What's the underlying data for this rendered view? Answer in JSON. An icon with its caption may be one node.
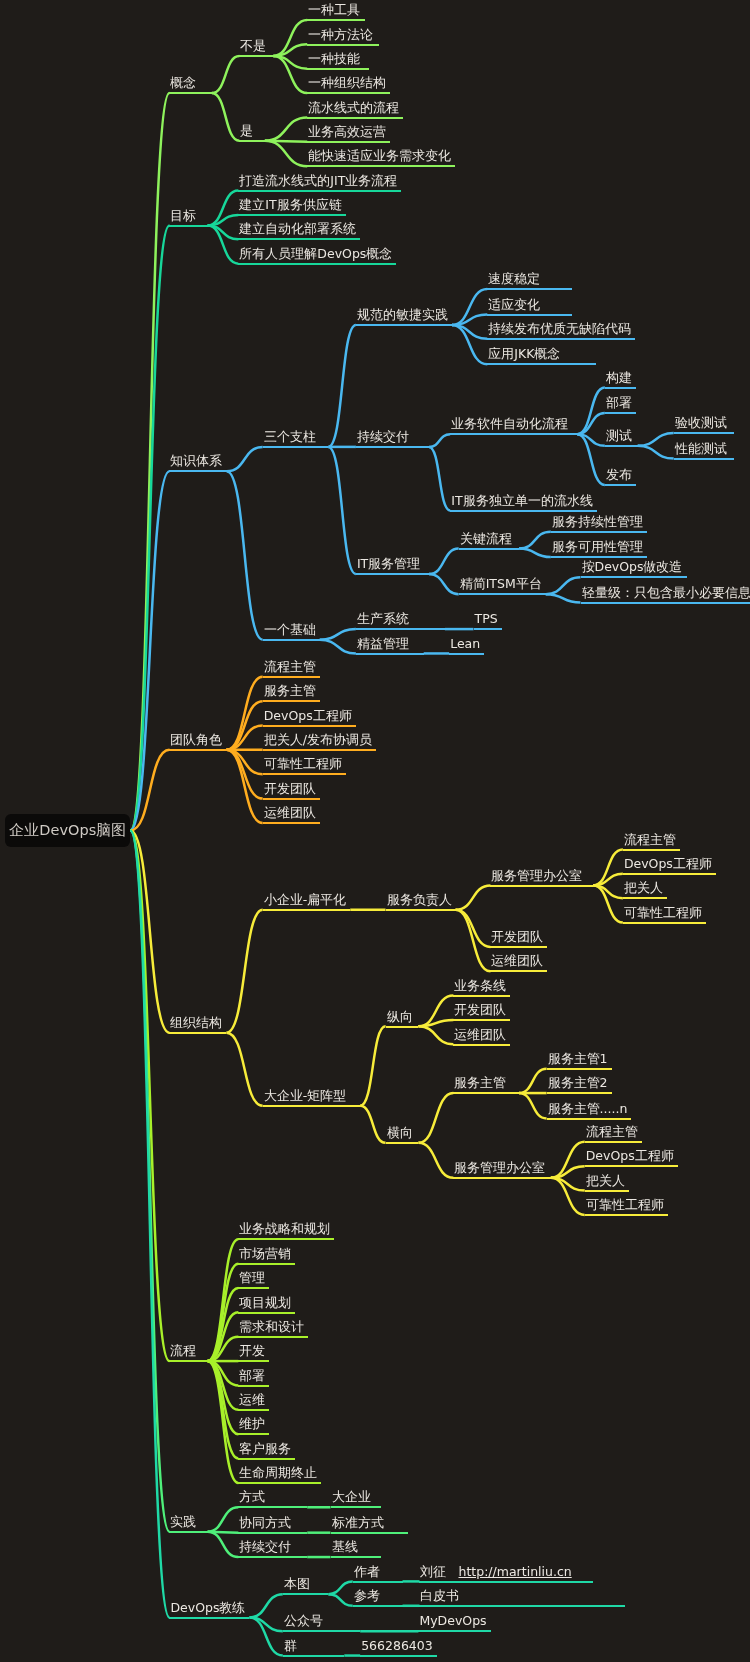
{
  "diagram": {
    "nodes": [
      {
        "text": [
          "企业DevOps脑图"
        ]
      },
      {
        "text": [
          "概念"
        ]
      },
      {
        "text": [
          "不是"
        ]
      },
      {
        "text": [
          "一种工具"
        ]
      },
      {
        "text": [
          "一种方法论"
        ]
      },
      {
        "text": [
          "一种技能"
        ]
      },
      {
        "text": [
          "一种组织结构"
        ]
      },
      {
        "text": [
          "是"
        ]
      },
      {
        "text": [
          "流水线式的流程"
        ]
      },
      {
        "text": [
          "业务高效运营"
        ]
      },
      {
        "text": [
          "能快速适应业务需求变化"
        ]
      },
      {
        "text": [
          "目标"
        ]
      },
      {
        "text": [
          "打造流水线式的JIT业务流程"
        ]
      },
      {
        "text": [
          "建立IT服务供应链"
        ]
      },
      {
        "text": [
          "建立自动化部署系统"
        ]
      },
      {
        "text": [
          "所有人员理解DevOps概念"
        ]
      },
      {
        "text": [
          "知识体系"
        ]
      },
      {
        "text": [
          "三个支柱"
        ]
      },
      {
        "text": [
          "规范的敏捷实践"
        ]
      },
      {
        "text": [
          "速度稳定"
        ]
      },
      {
        "text": [
          "适应变化"
        ]
      },
      {
        "text": [
          "持续发布优质无缺陷代码"
        ]
      },
      {
        "text": [
          "应用JKK概念"
        ]
      },
      {
        "text": [
          "持续交付"
        ]
      },
      {
        "text": [
          "业务软件自动化流程"
        ]
      },
      {
        "text": [
          "构建"
        ]
      },
      {
        "text": [
          "部署"
        ]
      },
      {
        "text": [
          "测试"
        ]
      },
      {
        "text": [
          "验收测试"
        ]
      },
      {
        "text": [
          "性能测试"
        ]
      },
      {
        "text": [
          "发布"
        ]
      },
      {
        "text": [
          "IT服务独立单一的流水线"
        ]
      },
      {
        "text": [
          "IT服务管理"
        ]
      },
      {
        "text": [
          "关键流程"
        ]
      },
      {
        "text": [
          "服务持续性管理"
        ]
      },
      {
        "text": [
          "服务可用性管理"
        ]
      },
      {
        "text": [
          "精简ITSM平台"
        ]
      },
      {
        "text": [
          "按DevOps做改造"
        ]
      },
      {
        "text": [
          "轻量级：只包含最小必要信息"
        ]
      },
      {
        "text": [
          "一个基础"
        ]
      },
      {
        "text": [
          "生产系统"
        ]
      },
      {
        "text": [
          "TPS"
        ]
      },
      {
        "text": [
          "精益管理"
        ]
      },
      {
        "text": [
          "Lean"
        ]
      },
      {
        "text": [
          "团队角色"
        ]
      },
      {
        "text": [
          "流程主管"
        ]
      },
      {
        "text": [
          "服务主管"
        ]
      },
      {
        "text": [
          "DevOps工程师"
        ]
      },
      {
        "text": [
          "把关人/发布协调员"
        ]
      },
      {
        "text": [
          "可靠性工程师"
        ]
      },
      {
        "text": [
          "开发团队"
        ]
      },
      {
        "text": [
          "运维团队"
        ]
      },
      {
        "text": [
          "组织结构"
        ]
      },
      {
        "text": [
          "小企业-扁平化"
        ]
      },
      {
        "text": [
          "服务负责人"
        ]
      },
      {
        "text": [
          "服务管理办公室"
        ]
      },
      {
        "text": [
          "流程主管"
        ]
      },
      {
        "text": [
          "DevOps工程师"
        ]
      },
      {
        "text": [
          "把关人"
        ]
      },
      {
        "text": [
          "可靠性工程师"
        ]
      },
      {
        "text": [
          "开发团队"
        ]
      },
      {
        "text": [
          "运维团队"
        ]
      },
      {
        "text": [
          "大企业-矩阵型"
        ]
      },
      {
        "text": [
          "纵向"
        ]
      },
      {
        "text": [
          "业务条线"
        ]
      },
      {
        "text": [
          "开发团队"
        ]
      },
      {
        "text": [
          "运维团队"
        ]
      },
      {
        "text": [
          "横向"
        ]
      },
      {
        "text": [
          "服务主管"
        ]
      },
      {
        "text": [
          "服务主管1"
        ]
      },
      {
        "text": [
          "服务主管2"
        ]
      },
      {
        "text": [
          "服务主管.....n"
        ]
      },
      {
        "text": [
          "服务管理办公室"
        ]
      },
      {
        "text": [
          "流程主管"
        ]
      },
      {
        "text": [
          "DevOps工程师"
        ]
      },
      {
        "text": [
          "把关人"
        ]
      },
      {
        "text": [
          "可靠性工程师"
        ]
      },
      {
        "text": [
          "流程"
        ]
      },
      {
        "text": [
          "业务战略和规划"
        ]
      },
      {
        "text": [
          "市场营销"
        ]
      },
      {
        "text": [
          "管理"
        ]
      },
      {
        "text": [
          "项目规划"
        ]
      },
      {
        "text": [
          "需求和设计"
        ]
      },
      {
        "text": [
          "开发"
        ]
      },
      {
        "text": [
          "部署"
        ]
      },
      {
        "text": [
          "运维"
        ]
      },
      {
        "text": [
          "维护"
        ]
      },
      {
        "text": [
          "客户服务"
        ]
      },
      {
        "text": [
          "生命周期终止"
        ]
      },
      {
        "text": [
          "实践"
        ]
      },
      {
        "text": [
          "方式"
        ]
      },
      {
        "text": [
          "大企业"
        ]
      },
      {
        "text": [
          "协同方式"
        ]
      },
      {
        "text": [
          "标准方式"
        ]
      },
      {
        "text": [
          "持续交付"
        ]
      },
      {
        "text": [
          "基线"
        ]
      },
      {
        "text": [
          "DevOps教练"
        ]
      },
      {
        "text": [
          "本图"
        ]
      },
      {
        "text": [
          "作者"
        ]
      },
      {
        "text": [
          "刘征",
          "http://martinliu.cn"
        ]
      },
      {
        "text": [
          "参考"
        ]
      },
      {
        "text": [
          "白皮书"
        ]
      },
      {
        "text": [
          "公众号"
        ]
      },
      {
        "text": [
          "MyDevOps"
        ]
      },
      {
        "text": [
          "群"
        ]
      },
      {
        "text": [
          "566286403"
        ]
      }
    ],
    "edges": [
      {
        "from": 0,
        "to": 1,
        "arrow": "none",
        "color": "#8ef25c"
      },
      {
        "from": 1,
        "to": 2,
        "arrow": "none",
        "color": "#8ef25c"
      },
      {
        "from": 2,
        "to": 3,
        "arrow": "none",
        "color": "#8ef25c"
      },
      {
        "from": 2,
        "to": 4,
        "arrow": "none",
        "color": "#8ef25c"
      },
      {
        "from": 2,
        "to": 5,
        "arrow": "none",
        "color": "#8ef25c"
      },
      {
        "from": 2,
        "to": 6,
        "arrow": "none",
        "color": "#8ef25c"
      },
      {
        "from": 1,
        "to": 7,
        "arrow": "none",
        "color": "#8ef25c"
      },
      {
        "from": 7,
        "to": 8,
        "arrow": "none",
        "color": "#8ef25c"
      },
      {
        "from": 7,
        "to": 9,
        "arrow": "none",
        "color": "#8ef25c"
      },
      {
        "from": 7,
        "to": 10,
        "arrow": "none",
        "color": "#8ef25c"
      },
      {
        "from": 0,
        "to": 11,
        "arrow": "none",
        "color": "#17d79a"
      },
      {
        "from": 11,
        "to": 12,
        "arrow": "none",
        "color": "#17d79a"
      },
      {
        "from": 11,
        "to": 13,
        "arrow": "none",
        "color": "#17d79a"
      },
      {
        "from": 11,
        "to": 14,
        "arrow": "none",
        "color": "#17d79a"
      },
      {
        "from": 11,
        "to": 15,
        "arrow": "none",
        "color": "#17d79a"
      },
      {
        "from": 0,
        "to": 16,
        "arrow": "none",
        "color": "#4ab8f0"
      },
      {
        "from": 16,
        "to": 17,
        "arrow": "none",
        "color": "#4ab8f0"
      },
      {
        "from": 17,
        "to": 18,
        "arrow": "none",
        "color": "#4ab8f0"
      },
      {
        "from": 18,
        "to": 19,
        "arrow": "none",
        "color": "#4ab8f0"
      },
      {
        "from": 18,
        "to": 20,
        "arrow": "none",
        "color": "#4ab8f0"
      },
      {
        "from": 18,
        "to": 21,
        "arrow": "none",
        "color": "#4ab8f0"
      },
      {
        "from": 18,
        "to": 22,
        "arrow": "none",
        "color": "#4ab8f0"
      },
      {
        "from": 17,
        "to": 23,
        "arrow": "none",
        "color": "#4ab8f0"
      },
      {
        "from": 23,
        "to": 24,
        "arrow": "none",
        "color": "#4ab8f0"
      },
      {
        "from": 24,
        "to": 25,
        "arrow": "none",
        "color": "#4ab8f0"
      },
      {
        "from": 24,
        "to": 26,
        "arrow": "none",
        "color": "#4ab8f0"
      },
      {
        "from": 24,
        "to": 27,
        "arrow": "none",
        "color": "#4ab8f0"
      },
      {
        "from": 27,
        "to": 28,
        "arrow": "none",
        "color": "#4ab8f0"
      },
      {
        "from": 27,
        "to": 29,
        "arrow": "none",
        "color": "#4ab8f0"
      },
      {
        "from": 24,
        "to": 30,
        "arrow": "none",
        "color": "#4ab8f0"
      },
      {
        "from": 23,
        "to": 31,
        "arrow": "none",
        "color": "#4ab8f0"
      },
      {
        "from": 17,
        "to": 32,
        "arrow": "none",
        "color": "#4ab8f0"
      },
      {
        "from": 32,
        "to": 33,
        "arrow": "none",
        "color": "#4ab8f0"
      },
      {
        "from": 33,
        "to": 34,
        "arrow": "none",
        "color": "#4ab8f0"
      },
      {
        "from": 33,
        "to": 35,
        "arrow": "none",
        "color": "#4ab8f0"
      },
      {
        "from": 32,
        "to": 36,
        "arrow": "none",
        "color": "#4ab8f0"
      },
      {
        "from": 36,
        "to": 37,
        "arrow": "none",
        "color": "#4ab8f0"
      },
      {
        "from": 36,
        "to": 38,
        "arrow": "none",
        "color": "#4ab8f0"
      },
      {
        "from": 16,
        "to": 39,
        "arrow": "none",
        "color": "#4ab8f0"
      },
      {
        "from": 39,
        "to": 40,
        "arrow": "none",
        "color": "#4ab8f0"
      },
      {
        "from": 40,
        "to": 41,
        "arrow": "none",
        "color": "#4ab8f0"
      },
      {
        "from": 39,
        "to": 42,
        "arrow": "none",
        "color": "#4ab8f0"
      },
      {
        "from": 42,
        "to": 43,
        "arrow": "none",
        "color": "#4ab8f0"
      },
      {
        "from": 0,
        "to": 44,
        "arrow": "none",
        "color": "#ffad1f"
      },
      {
        "from": 44,
        "to": 45,
        "arrow": "none",
        "color": "#ffad1f"
      },
      {
        "from": 44,
        "to": 46,
        "arrow": "none",
        "color": "#ffad1f"
      },
      {
        "from": 44,
        "to": 47,
        "arrow": "none",
        "color": "#ffad1f"
      },
      {
        "from": 44,
        "to": 48,
        "arrow": "none",
        "color": "#ffad1f"
      },
      {
        "from": 44,
        "to": 49,
        "arrow": "none",
        "color": "#ffad1f"
      },
      {
        "from": 44,
        "to": 50,
        "arrow": "none",
        "color": "#ffad1f"
      },
      {
        "from": 44,
        "to": 51,
        "arrow": "none",
        "color": "#ffad1f"
      },
      {
        "from": 0,
        "to": 52,
        "arrow": "none",
        "color": "#f7ec3a"
      },
      {
        "from": 52,
        "to": 53,
        "arrow": "none",
        "color": "#f7ec3a"
      },
      {
        "from": 53,
        "to": 54,
        "arrow": "none",
        "color": "#f7ec3a"
      },
      {
        "from": 54,
        "to": 55,
        "arrow": "none",
        "color": "#f7ec3a"
      },
      {
        "from": 55,
        "to": 56,
        "arrow": "none",
        "color": "#f7ec3a"
      },
      {
        "from": 55,
        "to": 57,
        "arrow": "none",
        "color": "#f7ec3a"
      },
      {
        "from": 55,
        "to": 58,
        "arrow": "none",
        "color": "#f7ec3a"
      },
      {
        "from": 55,
        "to": 59,
        "arrow": "none",
        "color": "#f7ec3a"
      },
      {
        "from": 54,
        "to": 60,
        "arrow": "none",
        "color": "#f7ec3a"
      },
      {
        "from": 54,
        "to": 61,
        "arrow": "none",
        "color": "#f7ec3a"
      },
      {
        "from": 52,
        "to": 62,
        "arrow": "none",
        "color": "#f7ec3a"
      },
      {
        "from": 62,
        "to": 63,
        "arrow": "none",
        "color": "#f7ec3a"
      },
      {
        "from": 63,
        "to": 64,
        "arrow": "none",
        "color": "#f7ec3a"
      },
      {
        "from": 63,
        "to": 65,
        "arrow": "none",
        "color": "#f7ec3a"
      },
      {
        "from": 63,
        "to": 66,
        "arrow": "none",
        "color": "#f7ec3a"
      },
      {
        "from": 62,
        "to": 67,
        "arrow": "none",
        "color": "#f7ec3a"
      },
      {
        "from": 67,
        "to": 68,
        "arrow": "none",
        "color": "#f7ec3a"
      },
      {
        "from": 68,
        "to": 69,
        "arrow": "none",
        "color": "#f7ec3a"
      },
      {
        "from": 68,
        "to": 70,
        "arrow": "none",
        "color": "#f7ec3a"
      },
      {
        "from": 68,
        "to": 71,
        "arrow": "none",
        "color": "#f7ec3a"
      },
      {
        "from": 67,
        "to": 72,
        "arrow": "none",
        "color": "#f7ec3a"
      },
      {
        "from": 72,
        "to": 73,
        "arrow": "none",
        "color": "#f7ec3a"
      },
      {
        "from": 72,
        "to": 74,
        "arrow": "none",
        "color": "#f7ec3a"
      },
      {
        "from": 72,
        "to": 75,
        "arrow": "none",
        "color": "#f7ec3a"
      },
      {
        "from": 72,
        "to": 76,
        "arrow": "none",
        "color": "#f7ec3a"
      },
      {
        "from": 0,
        "to": 77,
        "arrow": "none",
        "color": "#a8f02a"
      },
      {
        "from": 77,
        "to": 78,
        "arrow": "none",
        "color": "#a8f02a"
      },
      {
        "from": 77,
        "to": 79,
        "arrow": "none",
        "color": "#a8f02a"
      },
      {
        "from": 77,
        "to": 80,
        "arrow": "none",
        "color": "#a8f02a"
      },
      {
        "from": 77,
        "to": 81,
        "arrow": "none",
        "color": "#a8f02a"
      },
      {
        "from": 77,
        "to": 82,
        "arrow": "none",
        "color": "#a8f02a"
      },
      {
        "from": 77,
        "to": 83,
        "arrow": "none",
        "color": "#a8f02a"
      },
      {
        "from": 77,
        "to": 84,
        "arrow": "none",
        "color": "#a8f02a"
      },
      {
        "from": 77,
        "to": 85,
        "arrow": "none",
        "color": "#a8f02a"
      },
      {
        "from": 77,
        "to": 86,
        "arrow": "none",
        "color": "#a8f02a"
      },
      {
        "from": 77,
        "to": 87,
        "arrow": "none",
        "color": "#a8f02a"
      },
      {
        "from": 77,
        "to": 88,
        "arrow": "none",
        "color": "#a8f02a"
      },
      {
        "from": 0,
        "to": 89,
        "arrow": "none",
        "color": "#4ff07a"
      },
      {
        "from": 89,
        "to": 90,
        "arrow": "none",
        "color": "#4ff07a"
      },
      {
        "from": 90,
        "to": 91,
        "arrow": "none",
        "color": "#4ff07a"
      },
      {
        "from": 89,
        "to": 92,
        "arrow": "none",
        "color": "#4ff07a"
      },
      {
        "from": 92,
        "to": 93,
        "arrow": "none",
        "color": "#4ff07a"
      },
      {
        "from": 89,
        "to": 94,
        "arrow": "none",
        "color": "#4ff07a"
      },
      {
        "from": 94,
        "to": 95,
        "arrow": "none",
        "color": "#4ff07a"
      },
      {
        "from": 0,
        "to": 96,
        "arrow": "none",
        "color": "#1fd9a6"
      },
      {
        "from": 96,
        "to": 97,
        "arrow": "none",
        "color": "#1fd9a6"
      },
      {
        "from": 97,
        "to": 98,
        "arrow": "none",
        "color": "#1fd9a6"
      },
      {
        "from": 98,
        "to": 99,
        "arrow": "none",
        "color": "#1fd9a6"
      },
      {
        "from": 97,
        "to": 100,
        "arrow": "none",
        "color": "#1fd9a6"
      },
      {
        "from": 100,
        "to": 101,
        "arrow": "none",
        "color": "#1fd9a6"
      },
      {
        "from": 96,
        "to": 102,
        "arrow": "none",
        "color": "#1fd9a6"
      },
      {
        "from": 102,
        "to": 103,
        "arrow": "none",
        "color": "#1fd9a6"
      },
      {
        "from": 96,
        "to": 104,
        "arrow": "none",
        "color": "#1fd9a6"
      },
      {
        "from": 104,
        "to": 105,
        "arrow": "none",
        "color": "#1fd9a6"
      }
    ]
  }
}
